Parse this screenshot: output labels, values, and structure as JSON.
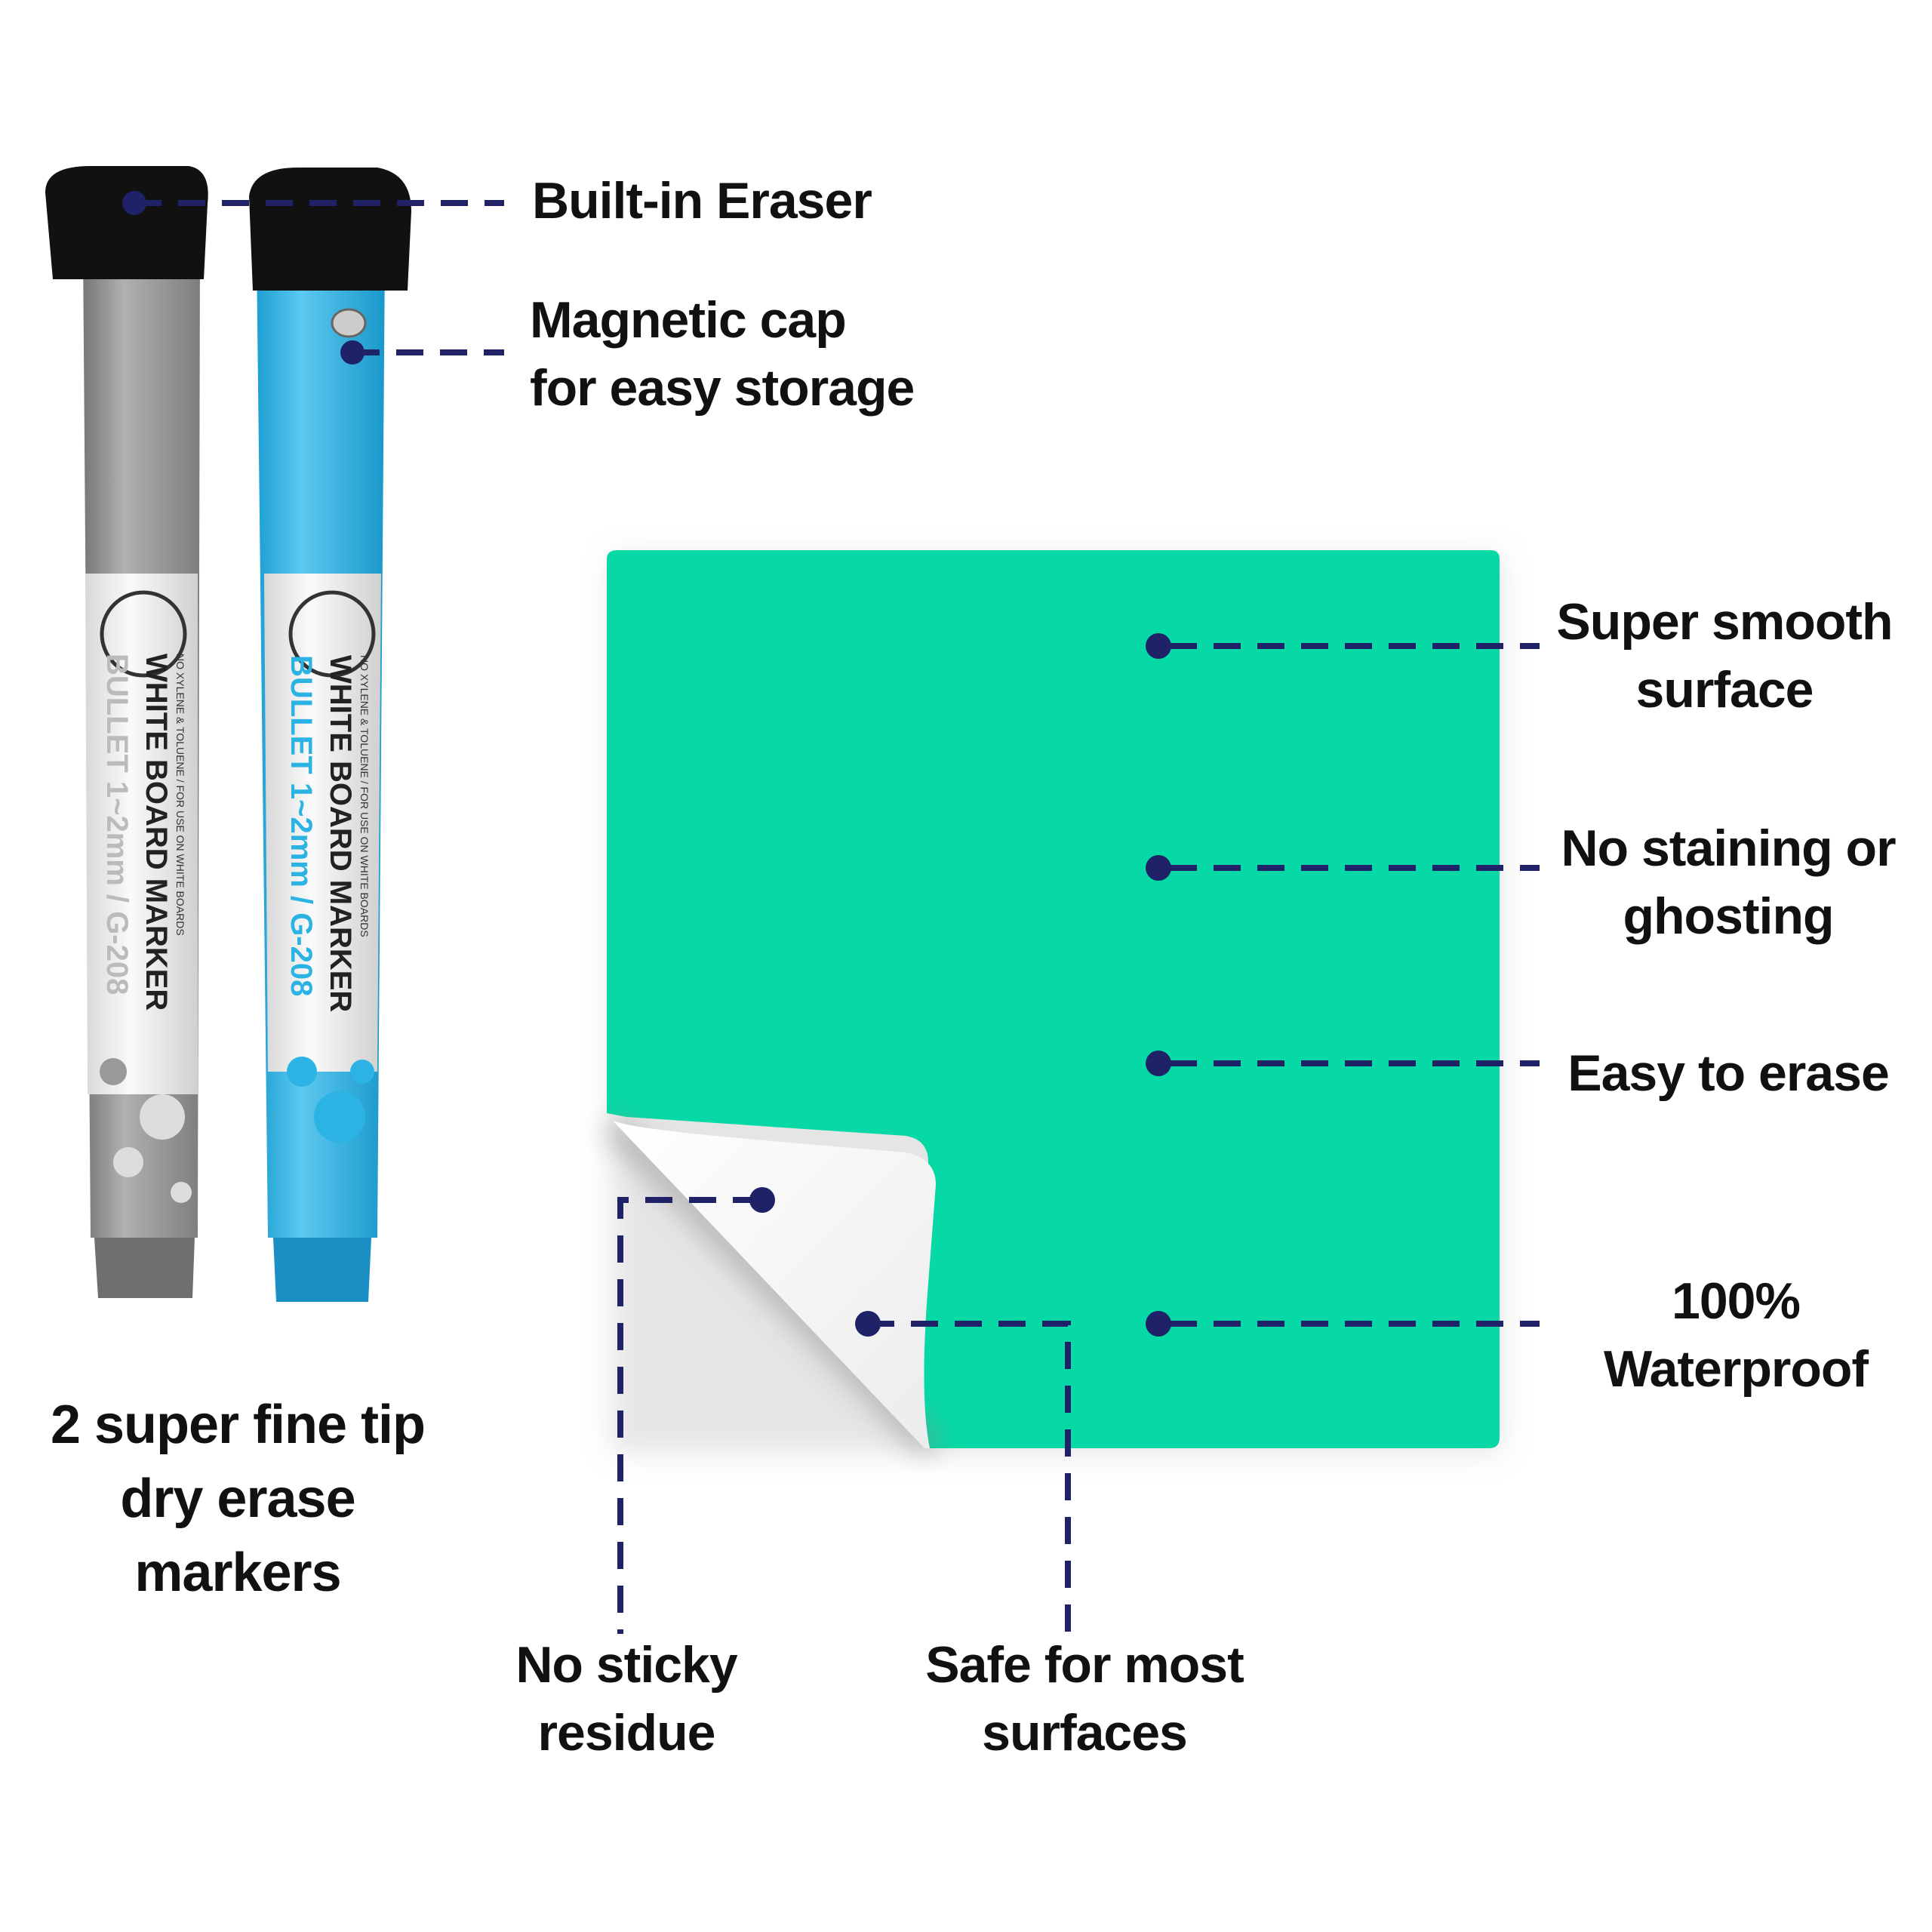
{
  "colors": {
    "board_green": "#07d9a6",
    "callout_navy": "#1f2266",
    "marker_gray": "#9a9a9a",
    "marker_blue": "#2bb3e3"
  },
  "callouts": {
    "eraser": "Built-in Eraser",
    "magnetic_line1": "Magnetic cap",
    "magnetic_line2": "for easy storage",
    "smooth_line1": "Super smooth",
    "smooth_line2": "surface",
    "staining_line1": "No staining or",
    "staining_line2": "ghosting",
    "erase": "Easy to erase",
    "waterproof_line1": "100%",
    "waterproof_line2": "Waterproof",
    "residue_line1": "No sticky",
    "residue_line2": "residue",
    "surfaces_line1": "Safe for most",
    "surfaces_line2": "surfaces",
    "markers_line1": "2 super fine tip",
    "markers_line2": "dry erase",
    "markers_line3": "markers"
  },
  "marker_label": {
    "small": "NO XYLENE & TOLUENE / FOR USE ON WHITE BOARDS",
    "brand": "WHITE BOARD MARKER",
    "spec": "BULLET 1~2mm / G-208"
  }
}
